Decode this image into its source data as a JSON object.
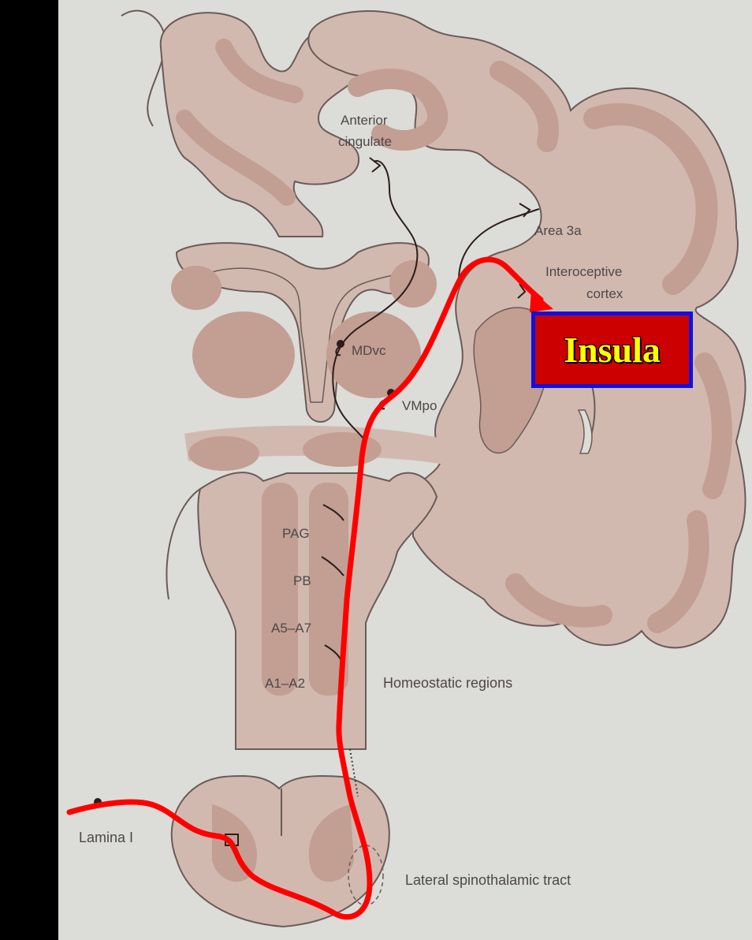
{
  "labels": {
    "anterior_cingulate_line1": "Anterior",
    "anterior_cingulate_line2": "cingulate",
    "area_3a": "Area 3a",
    "interoceptive_line1": "Interoceptive",
    "interoceptive_line2": "cortex",
    "mdvc": "MDvc",
    "vmpo": "VMpo",
    "pag": "PAG",
    "pb": "PB",
    "a5_a7": "A5–A7",
    "a1_a2": "A1–A2",
    "homeostatic": "Homeostatic regions",
    "lamina": "Lamina I",
    "spinothalamic": "Lateral spinothalamic tract"
  },
  "callout": {
    "text": "Insula"
  },
  "colors": {
    "background": "#dcdcd8",
    "tissue": "#d2b9b0",
    "grey_matter": "#c29e93",
    "outline": "#6a5b58",
    "pathway": "#ff0000",
    "callout_fill": "#cc0000",
    "callout_border": "#1010e0",
    "callout_text": "#ffff00"
  }
}
